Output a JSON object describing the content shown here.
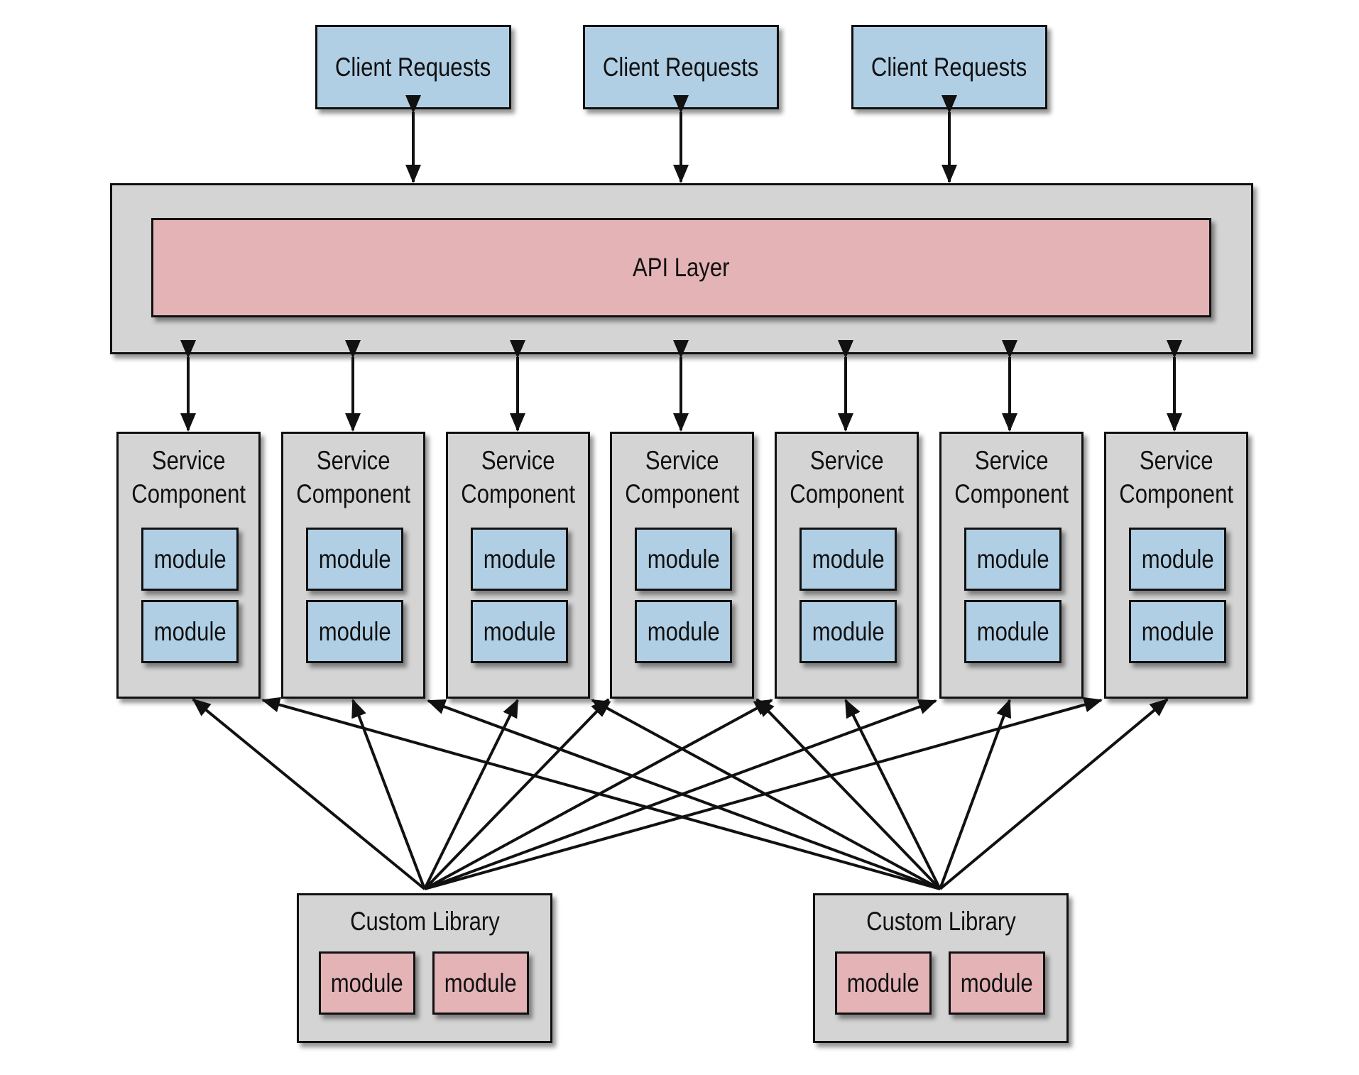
{
  "clients": [
    {
      "label": "Client Requests"
    },
    {
      "label": "Client Requests"
    },
    {
      "label": "Client Requests"
    }
  ],
  "api_layer": {
    "label": "API Layer"
  },
  "service_components": [
    {
      "title_line1": "Service",
      "title_line2": "Component",
      "modules": [
        "module",
        "module"
      ]
    },
    {
      "title_line1": "Service",
      "title_line2": "Component",
      "modules": [
        "module",
        "module"
      ]
    },
    {
      "title_line1": "Service",
      "title_line2": "Component",
      "modules": [
        "module",
        "module"
      ]
    },
    {
      "title_line1": "Service",
      "title_line2": "Component",
      "modules": [
        "module",
        "module"
      ]
    },
    {
      "title_line1": "Service",
      "title_line2": "Component",
      "modules": [
        "module",
        "module"
      ]
    },
    {
      "title_line1": "Service",
      "title_line2": "Component",
      "modules": [
        "module",
        "module"
      ]
    },
    {
      "title_line1": "Service",
      "title_line2": "Component",
      "modules": [
        "module",
        "module"
      ]
    }
  ],
  "custom_libraries": [
    {
      "title": "Custom Library",
      "modules": [
        "module",
        "module"
      ]
    },
    {
      "title": "Custom Library",
      "modules": [
        "module",
        "module"
      ]
    }
  ],
  "colors": {
    "client_fill": "#b0cfe5",
    "api_fill": "#e4b3b6",
    "container_fill": "#d4d4d4",
    "service_module_fill": "#b0cfe5",
    "library_module_fill": "#e4b3b6",
    "stroke": "#111111"
  }
}
